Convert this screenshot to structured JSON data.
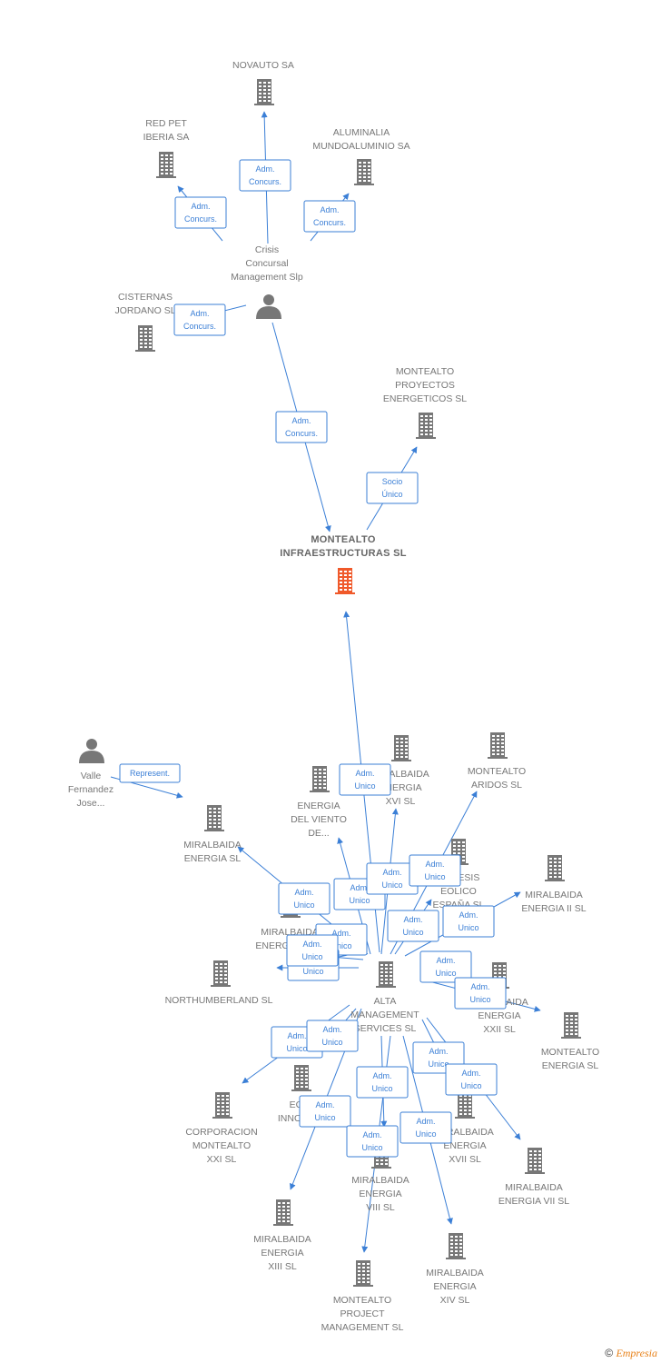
{
  "colors": {
    "node": "#777777",
    "focus": "#f0592a",
    "edge": "#3b7fd6"
  },
  "nodes": [
    {
      "id": "novauto",
      "label": [
        "NOVAUTO SA"
      ],
      "icon": "building-icon"
    },
    {
      "id": "redpet",
      "label": [
        "RED PET",
        "IBERIA SA"
      ],
      "icon": "building-icon"
    },
    {
      "id": "aluminalia",
      "label": [
        "ALUMINALIA",
        "MUNDOALUMINIO SA"
      ],
      "icon": "building-icon"
    },
    {
      "id": "crisis",
      "label": [
        "Crisis",
        "Concursal",
        "Management Slp"
      ],
      "icon": "person-icon"
    },
    {
      "id": "cisternas",
      "label": [
        "CISTERNAS",
        "JORDANO SL"
      ],
      "icon": "building-icon"
    },
    {
      "id": "montealto_proy",
      "label": [
        "MONTEALTO",
        "PROYECTOS",
        "ENERGETICOS SL"
      ],
      "icon": "building-icon"
    },
    {
      "id": "montealto_infra",
      "label": [
        "MONTEALTO",
        "INFRAESTRUCTURAS SL"
      ],
      "icon": "building-icon",
      "focus": true
    },
    {
      "id": "valle",
      "label": [
        "Valle",
        "Fernandez",
        "Jose..."
      ],
      "icon": "person-icon"
    },
    {
      "id": "miral",
      "label": [
        "MIRALBAIDA",
        "ENERGIA SL"
      ],
      "icon": "building-icon"
    },
    {
      "id": "energia_viento",
      "label": [
        "ENERGIA",
        "DEL VIENTO",
        "DE..."
      ],
      "icon": "building-icon"
    },
    {
      "id": "miral_xvi",
      "label": [
        "MIRALBAIDA",
        "ENERGIA",
        "XVI SL"
      ],
      "icon": "building-icon"
    },
    {
      "id": "montealto_aridos",
      "label": [
        "MONTEALTO",
        "ARIDOS SL"
      ],
      "icon": "building-icon"
    },
    {
      "id": "genesis",
      "label": [
        "GENESIS",
        "EOLICO",
        "ESPAÑA SL"
      ],
      "icon": "building-icon"
    },
    {
      "id": "miral_ii",
      "label": [
        "MIRALBAIDA",
        "ENERGIA II SL"
      ],
      "icon": "building-icon"
    },
    {
      "id": "miral_ix",
      "label": [
        "MIRALBAIDA",
        "ENERGIA IX SL"
      ],
      "icon": "building-icon"
    },
    {
      "id": "alta",
      "label": [
        "ALTA",
        "MANAGEMENT",
        "SERVICES SL"
      ],
      "icon": "building-icon"
    },
    {
      "id": "northumberland",
      "label": [
        "NORTHUMBERLAND SL"
      ],
      "icon": "building-icon"
    },
    {
      "id": "miral_xxii",
      "label": [
        "MIRALBAIDA",
        "ENERGIA",
        "XXII SL"
      ],
      "icon": "building-icon"
    },
    {
      "id": "montealto_energia",
      "label": [
        "MONTEALTO",
        "ENERGIA SL"
      ],
      "icon": "building-icon"
    },
    {
      "id": "corporacion",
      "label": [
        "CORPORACION",
        "MONTEALTO",
        "XXI SL"
      ],
      "icon": "building-icon"
    },
    {
      "id": "eco",
      "label": [
        "ECO",
        "INNOVA..."
      ],
      "icon": "building-icon"
    },
    {
      "id": "miral_xvii",
      "label": [
        "MIRALBAIDA",
        "ENERGIA",
        "XVII SL"
      ],
      "icon": "building-icon"
    },
    {
      "id": "miral_vii",
      "label": [
        "MIRALBAIDA",
        "ENERGIA VII SL"
      ],
      "icon": "building-icon"
    },
    {
      "id": "miral_viii",
      "label": [
        "MIRALBAIDA",
        "ENERGIA",
        "VIII SL"
      ],
      "icon": "building-icon"
    },
    {
      "id": "miral_xiii",
      "label": [
        "MIRALBAIDA",
        "ENERGIA",
        "XIII SL"
      ],
      "icon": "building-icon"
    },
    {
      "id": "montealto_project",
      "label": [
        "MONTEALTO",
        "PROJECT",
        "MANAGEMENT SL"
      ],
      "icon": "building-icon"
    },
    {
      "id": "miral_xiv",
      "label": [
        "MIRALBAIDA",
        "ENERGIA",
        "XIV SL"
      ],
      "icon": "building-icon"
    }
  ],
  "edges": [
    {
      "label": [
        "Adm.",
        "Concurs."
      ]
    },
    {
      "label": [
        "Adm.",
        "Concurs."
      ]
    },
    {
      "label": [
        "Adm.",
        "Concurs."
      ]
    },
    {
      "label": [
        "Adm.",
        "Concurs."
      ]
    },
    {
      "label": [
        "Adm.",
        "Concurs."
      ]
    },
    {
      "label": [
        "Socio",
        "Único"
      ]
    },
    {
      "label": [
        "Represent."
      ]
    },
    {
      "label": [
        "Adm.",
        "Unico"
      ]
    },
    {
      "label": [
        "Adm.",
        "Unico"
      ]
    },
    {
      "label": [
        "Adm.",
        "Unico"
      ]
    },
    {
      "label": [
        "Adm.",
        "Unico"
      ]
    },
    {
      "label": [
        "Adm.",
        "Unico"
      ]
    },
    {
      "label": [
        "Adm.",
        "Unico"
      ]
    },
    {
      "label": [
        "Adm.",
        "Unico"
      ]
    },
    {
      "label": [
        "Adm.",
        "Unico"
      ]
    },
    {
      "label": [
        "Adm.",
        "Unico"
      ]
    },
    {
      "label": [
        "Adm.",
        "Unico"
      ]
    },
    {
      "label": [
        "Adm.",
        "Unico"
      ]
    },
    {
      "label": [
        "Adm.",
        "Unico"
      ]
    },
    {
      "label": [
        "Adm.",
        "Unico"
      ]
    },
    {
      "label": [
        "Adm.",
        "Unico"
      ]
    },
    {
      "label": [
        "Adm.",
        "Unico"
      ]
    },
    {
      "label": [
        "Adm.",
        "Unico"
      ]
    },
    {
      "label": [
        "Adm.",
        "Unico"
      ]
    },
    {
      "label": [
        "Adm.",
        "Unico"
      ]
    },
    {
      "label": [
        "Adm.",
        "Unico"
      ]
    },
    {
      "label": [
        "Adm.",
        "Unico"
      ]
    }
  ],
  "footer": {
    "copyright": "©",
    "brand": "Empresia"
  }
}
